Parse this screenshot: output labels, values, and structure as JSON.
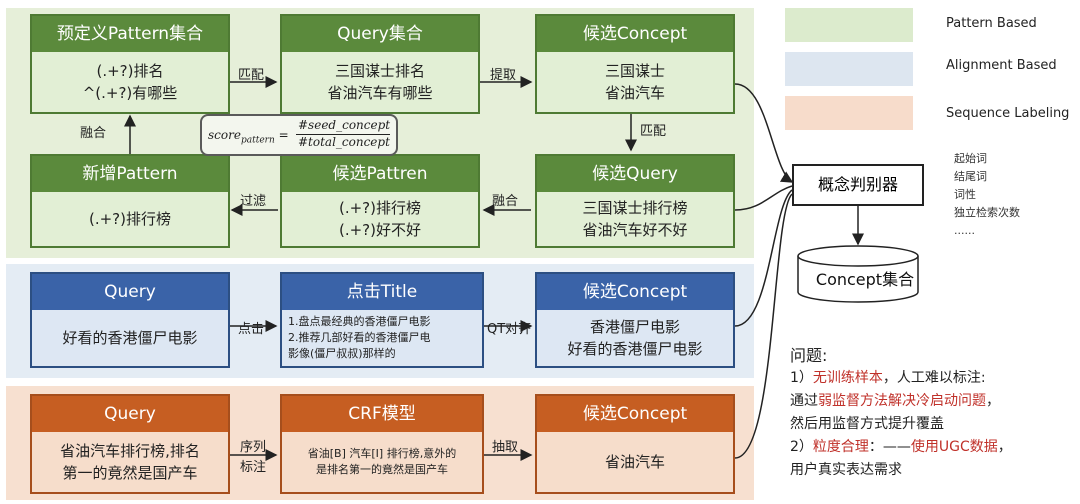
{
  "legend": [
    {
      "label": "Pattern Based",
      "color": "#dcebcd"
    },
    {
      "label": "Alignment Based",
      "color": "#dde6f0"
    },
    {
      "label": "Sequence Labeling",
      "color": "#f7dccb"
    }
  ],
  "pattern": {
    "predefined": {
      "title": "预定义Pattern集合",
      "lines": [
        "(.+?)排名",
        "^(.+?)有哪些"
      ]
    },
    "query_set": {
      "title": "Query集合",
      "lines": [
        "三国谋士排名",
        "省油汽车有哪些"
      ]
    },
    "candidate_concept": {
      "title": "候选Concept",
      "lines": [
        "三国谋士",
        "省油汽车"
      ]
    },
    "new_pattern": {
      "title": "新增Pattern",
      "lines": [
        "(.+?)排行榜"
      ]
    },
    "candidate_pattern": {
      "title": "候选Pattren",
      "lines": [
        "(.+?)排行榜",
        "(.+?)好不好"
      ]
    },
    "candidate_query": {
      "title": "候选Query",
      "lines": [
        "三国谋士排行榜",
        "省油汽车好不好"
      ]
    },
    "edges": {
      "match1": "匹配",
      "extract": "提取",
      "match2": "匹配",
      "fuse_right": "融合",
      "filter": "过滤",
      "fuse_left": "融合"
    },
    "formula": {
      "lhs": "score",
      "lhs_sub": "pattern",
      "numerator": "#seed_concept",
      "denominator": "#total_concept"
    }
  },
  "alignment": {
    "query": {
      "title": "Query",
      "lines": [
        "好看的香港僵尸电影"
      ]
    },
    "click_title": {
      "title": "点击Title",
      "lines": [
        "1.盘点最经典的香港僵尸电影",
        "2.推荐几部好看的香港僵尸电",
        "影像(僵尸叔叔)那样的"
      ]
    },
    "candidate_concept": {
      "title": "候选Concept",
      "lines": [
        "香港僵尸电影",
        "好看的香港僵尸电影"
      ]
    },
    "edges": {
      "click": "点击",
      "qt_align": "QT对齐"
    }
  },
  "sequence": {
    "query": {
      "title": "Query",
      "lines": [
        "省油汽车排行榜,排名",
        "第一的竟然是国产车"
      ]
    },
    "crf": {
      "title": "CRF模型",
      "lines": [
        "省油[B] 汽车[I] 排行榜,意外的",
        "是排名第一的竟然是国产车"
      ]
    },
    "candidate_concept": {
      "title": "候选Concept",
      "lines": [
        "省油汽车"
      ]
    },
    "edges": {
      "seq_label_1": "序列",
      "seq_label_2": "标注",
      "extract": "抽取"
    }
  },
  "judge": {
    "label": "概念判别器",
    "features": [
      "起始词",
      "结尾词",
      "词性",
      "独立检索次数",
      "......"
    ]
  },
  "concept_set": {
    "label": "Concept集合"
  },
  "problems": {
    "title": "问题:",
    "item1_prefix": "1）",
    "item1_red": "无训练样本",
    "item1_rest": "，人工难以标注:",
    "item1_line2_a": "通过",
    "item1_line2_red": "弱监督方法解决冷启动问题",
    "item1_line2_b": "，",
    "item1_line3": "然后用监督方式提升覆盖",
    "item2_prefix": "2）",
    "item2_red": "粒度合理",
    "item2_mid": "：——",
    "item2_red2": "使用UGC数据",
    "item2_rest": "，",
    "item2_line2": "用户真实表达需求"
  }
}
